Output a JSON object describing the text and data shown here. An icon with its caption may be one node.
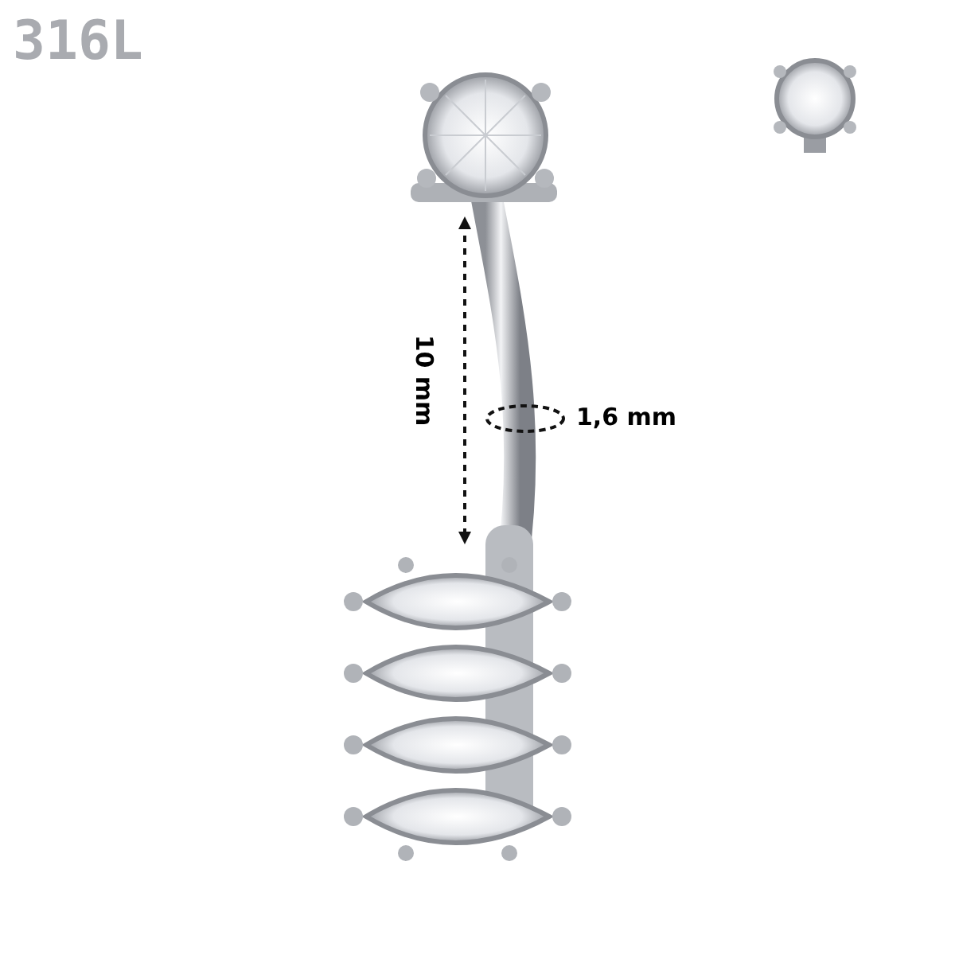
{
  "diagram": {
    "labels": [
      "316L",
      "10 mm",
      "1,6 mm"
    ]
  }
}
